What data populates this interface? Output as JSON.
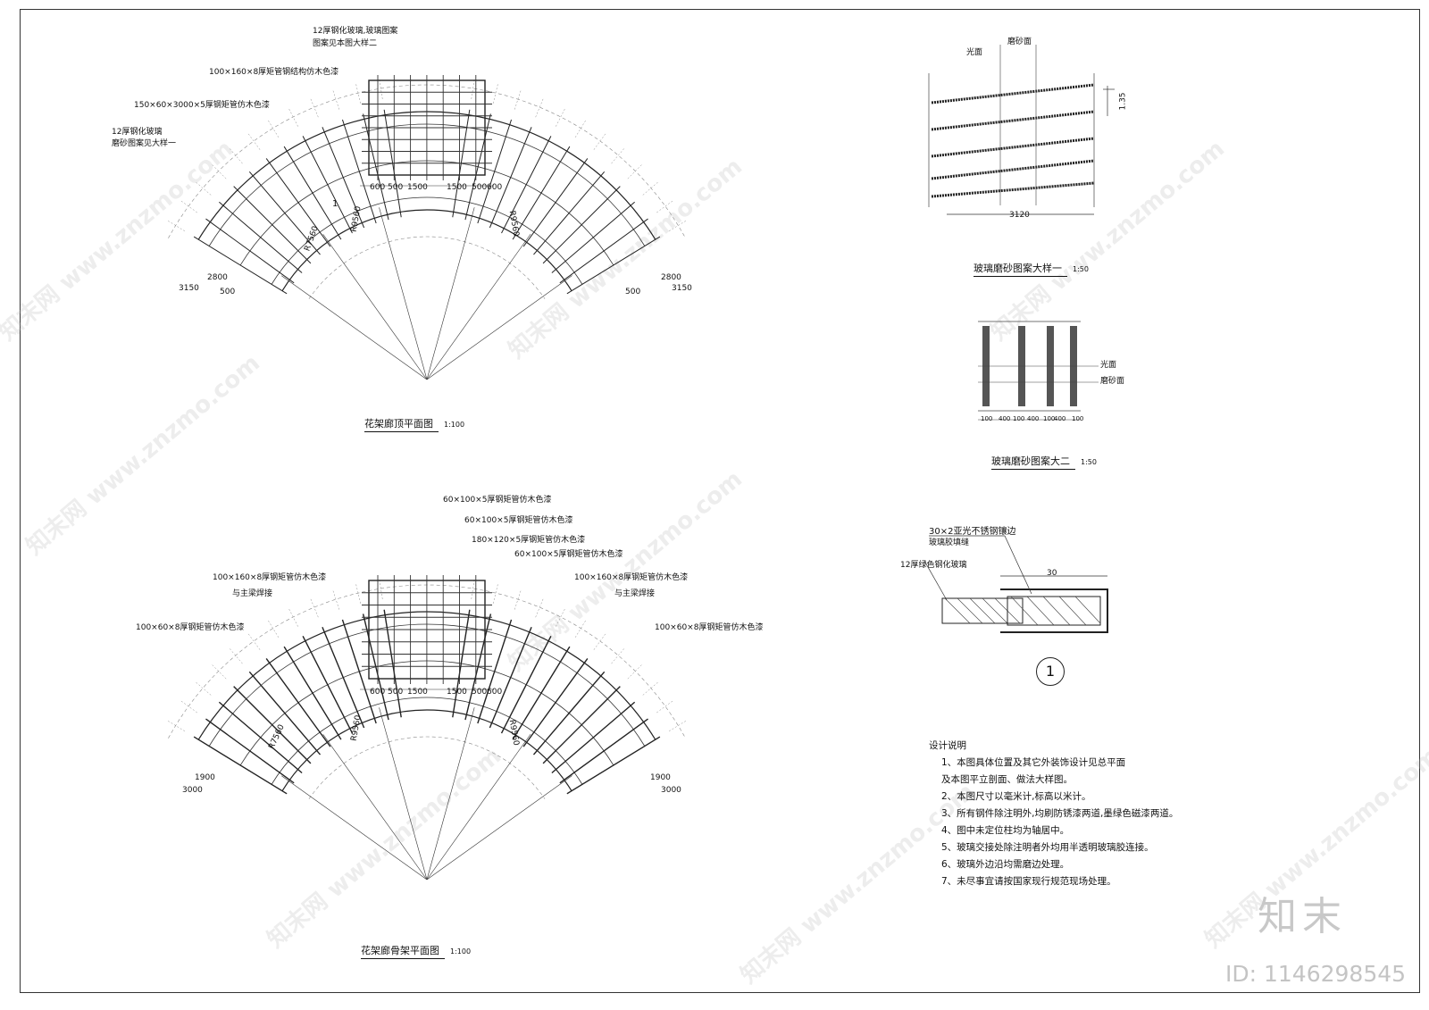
{
  "plan_top": {
    "title": "花架廊顶平面图",
    "scale": "1:100",
    "labels": {
      "glass_top": "12厚钢化玻璃,玻璃图案",
      "glass_top_sub": "图案见本图大样二",
      "beam_top": "100×160×8厚矩管钢结构仿木色漆",
      "beam_mid": "150×60×3000×5厚钢矩管仿木色漆",
      "glass_left": "12厚钢化玻璃",
      "glass_left_sub": "磨砂图案见大样一"
    },
    "dims": [
      "600",
      "500",
      "1500",
      "1500",
      "500",
      "600"
    ],
    "radii": [
      "R9560",
      "R9560",
      "R7560"
    ],
    "end_dims": [
      "3150",
      "2800",
      "500",
      "500",
      "2800",
      "3150"
    ],
    "section_mark": "1"
  },
  "plan_bottom": {
    "title": "花架廊骨架平面图",
    "scale": "1:100",
    "labels": {
      "l1": "60×100×5厚钢矩管仿木色漆",
      "l2": "60×100×5厚钢矩管仿木色漆",
      "l3": "180×120×5厚钢矩管仿木色漆",
      "l4": "60×100×5厚钢矩管仿木色漆",
      "left1": "100×160×8厚钢矩管仿木色漆",
      "left2": "与主梁焊接",
      "left3": "100×60×8厚钢矩管仿木色漆",
      "right1": "100×160×8厚钢矩管仿木色漆",
      "right2": "与主梁焊接",
      "right3": "100×60×8厚钢矩管仿木色漆"
    },
    "dims": [
      "600",
      "500",
      "1500",
      "1500",
      "500",
      "600"
    ],
    "radii": [
      "R9560",
      "R9560",
      "R7560"
    ],
    "end_dims": [
      "3000",
      "1900",
      "1900",
      "3000"
    ]
  },
  "detail_one": {
    "title": "玻璃磨砂图案大样一",
    "scale": "1:50",
    "label_clear": "光面",
    "label_frost": "磨砂面",
    "dim": "3120",
    "side_dim": "1.35"
  },
  "detail_two": {
    "title": "玻璃磨砂图案大二",
    "scale": "1:50",
    "label_clear": "光面",
    "label_frost": "磨砂面",
    "dims": [
      "100",
      "400",
      "100",
      "400",
      "100",
      "400",
      "100"
    ]
  },
  "detail_section": {
    "label_a": "30×2亚光不锈钢镶边",
    "label_a2": "玻璃胶填缝",
    "label_b": "12厚绿色钢化玻璃",
    "dim": "30",
    "mark": "1"
  },
  "notes": {
    "heading": "设计说明",
    "items": [
      "1、本图具体位置及其它外装饰设计见总平面",
      "   及本图平立剖面、做法大样图。",
      "2、本图尺寸以毫米计,标高以米计。",
      "3、所有钢件除注明外,均刷防锈漆两道,墨绿色磁漆两道。",
      "4、图中未定位柱均为轴居中。",
      "5、玻璃交接处除注明者外均用半透明玻璃胶连接。",
      "6、玻璃外边沿均需磨边处理。",
      "7、未尽事宜请按国家现行规范现场处理。"
    ]
  },
  "brand": "知末",
  "image_id": "ID: 1146298545",
  "watermark": "知末网 www.znzmo.com"
}
